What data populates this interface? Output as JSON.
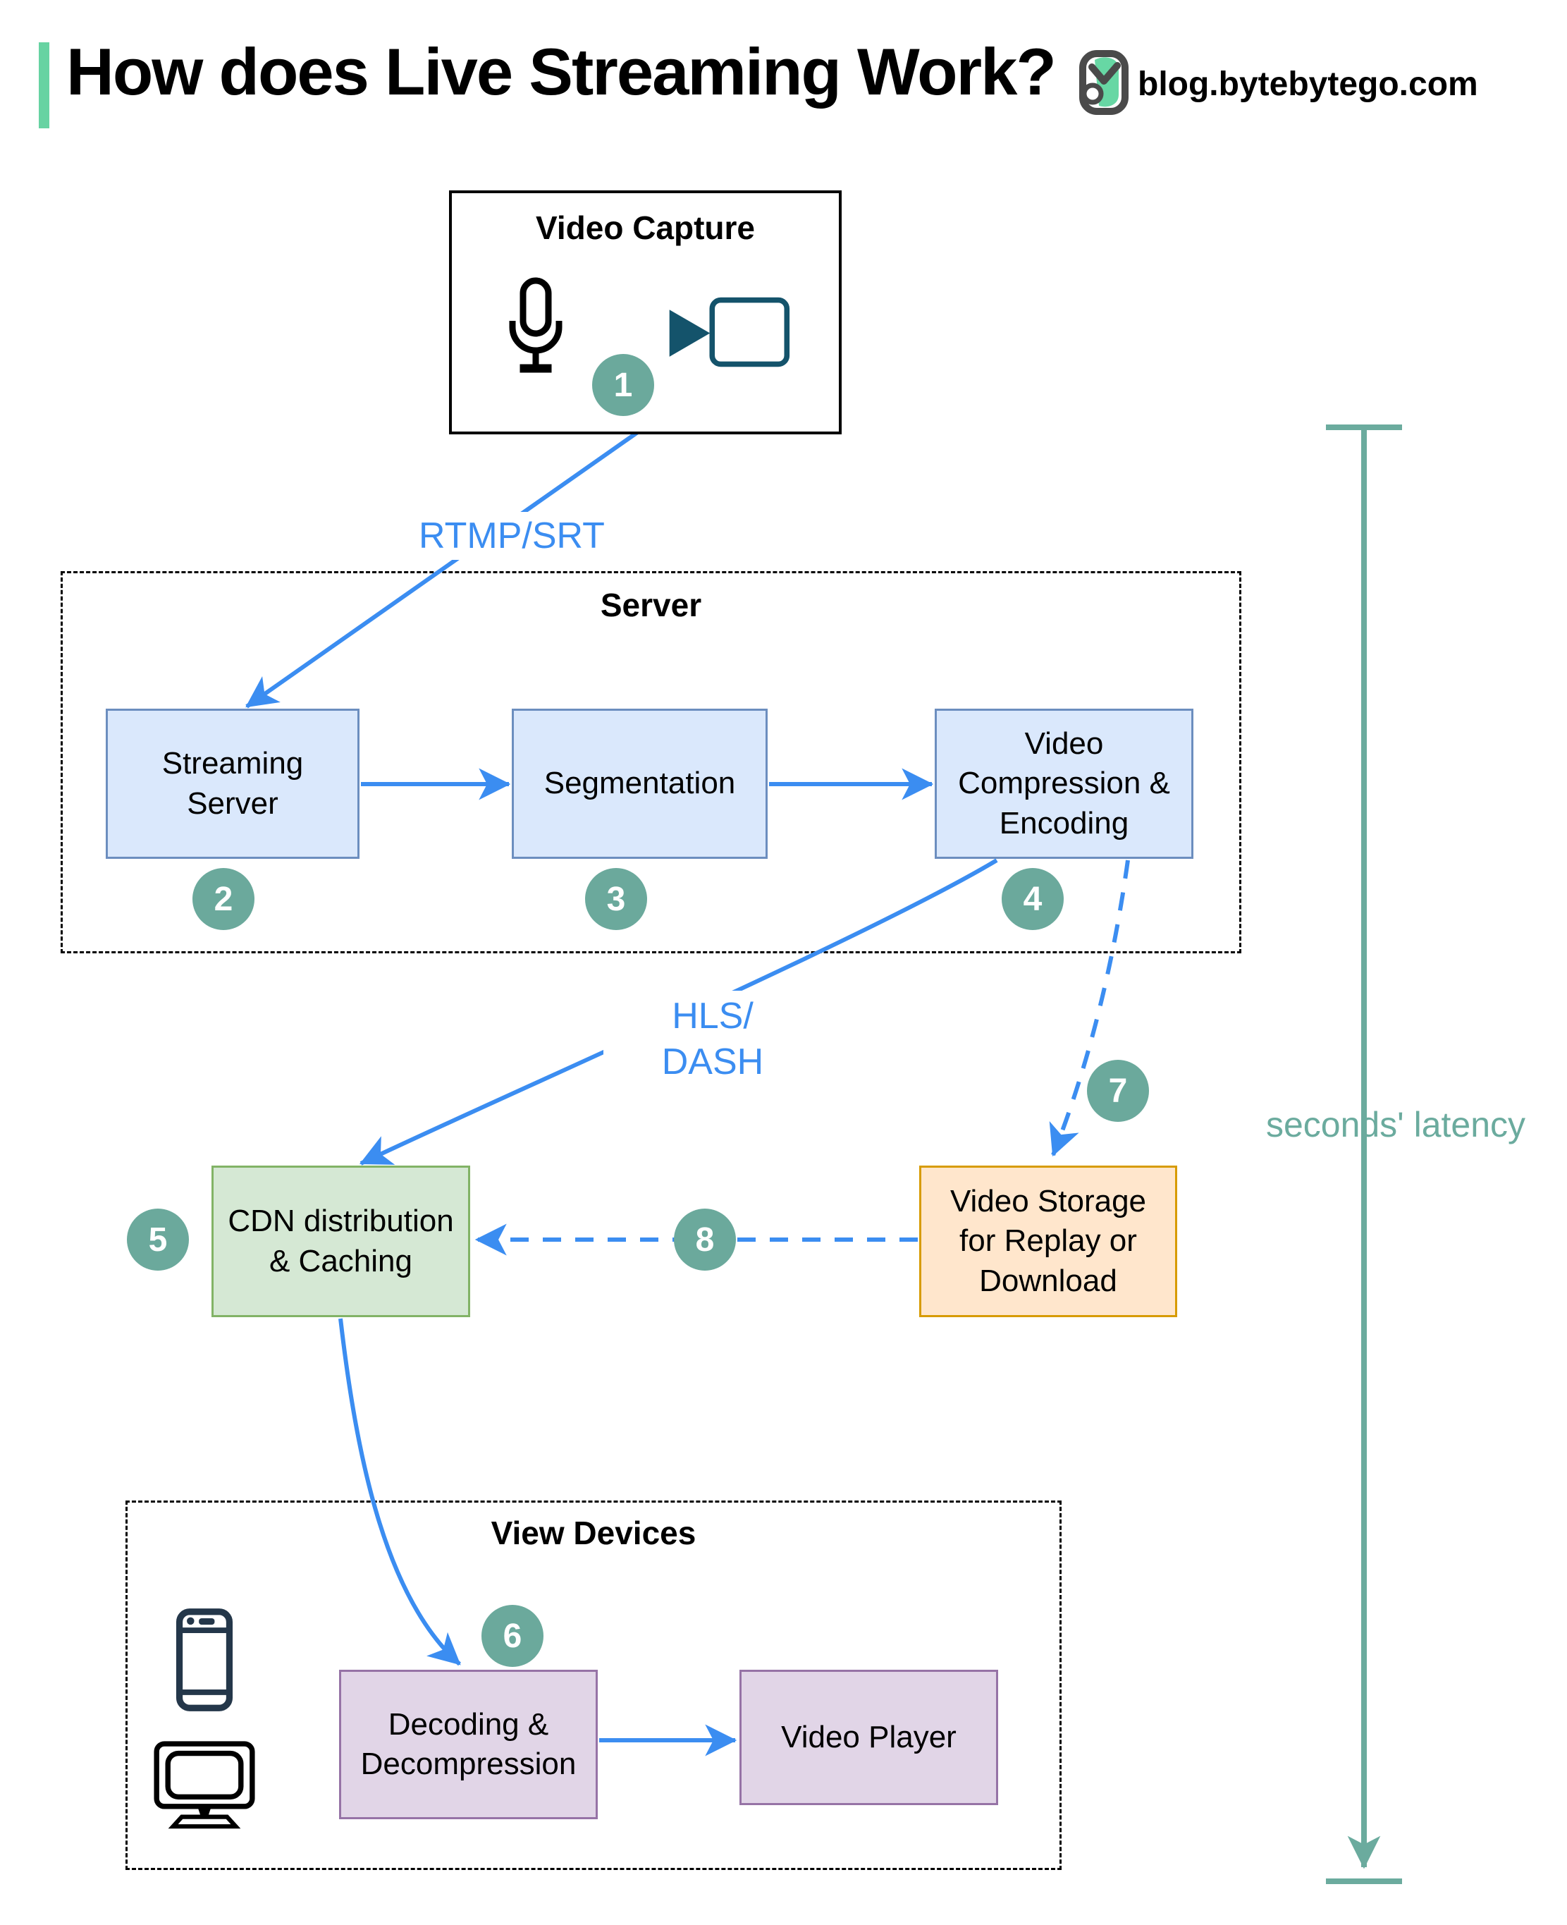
{
  "header": {
    "title": "How does Live Streaming Work?",
    "site": "blog.bytebytego.com"
  },
  "labels": {
    "rtmp": "RTMP/SRT",
    "hls": "HLS/\nDASH",
    "latency": "seconds' latency"
  },
  "nodes": {
    "video_capture": {
      "title": "Video Capture"
    },
    "server": {
      "title": "Server",
      "streaming": "Streaming\nServer",
      "segmentation": "Segmentation",
      "compression": "Video\nCompression &\nEncoding"
    },
    "cdn": "CDN distribution\n& Caching",
    "storage": "Video Storage\nfor Replay or\nDownload",
    "view_devices": {
      "title": "View Devices",
      "decoding": "Decoding &\nDecompression",
      "player": "Video Player"
    }
  },
  "steps": [
    "1",
    "2",
    "3",
    "4",
    "5",
    "6",
    "7",
    "8"
  ],
  "icons": {
    "logo": "bytebytego-logo",
    "capture": [
      "microphone-icon",
      "video-camera-icon"
    ],
    "devices": [
      "smartphone-icon",
      "desktop-monitor-icon"
    ]
  },
  "colors": {
    "arrow_blue": "#3B8DF1",
    "teal_line": "#6BAB9E",
    "step_circle_fill": "#6BA99C",
    "accent_green": "#67D3A2",
    "box_blue_fill": "#DAE8FC",
    "box_blue_border": "#6C8EBF",
    "box_green_fill": "#D5E8D4",
    "box_green_border": "#82B366",
    "box_orange_fill": "#FFE6CC",
    "box_orange_border": "#D79B00",
    "box_purple_fill": "#E1D5E7",
    "box_purple_border": "#9673A6",
    "camera_ink": "#14536B",
    "phone_ink": "#24374A",
    "logo_green": "#67D7A4",
    "logo_gray": "#4A4A4A",
    "ink": "#000000"
  }
}
